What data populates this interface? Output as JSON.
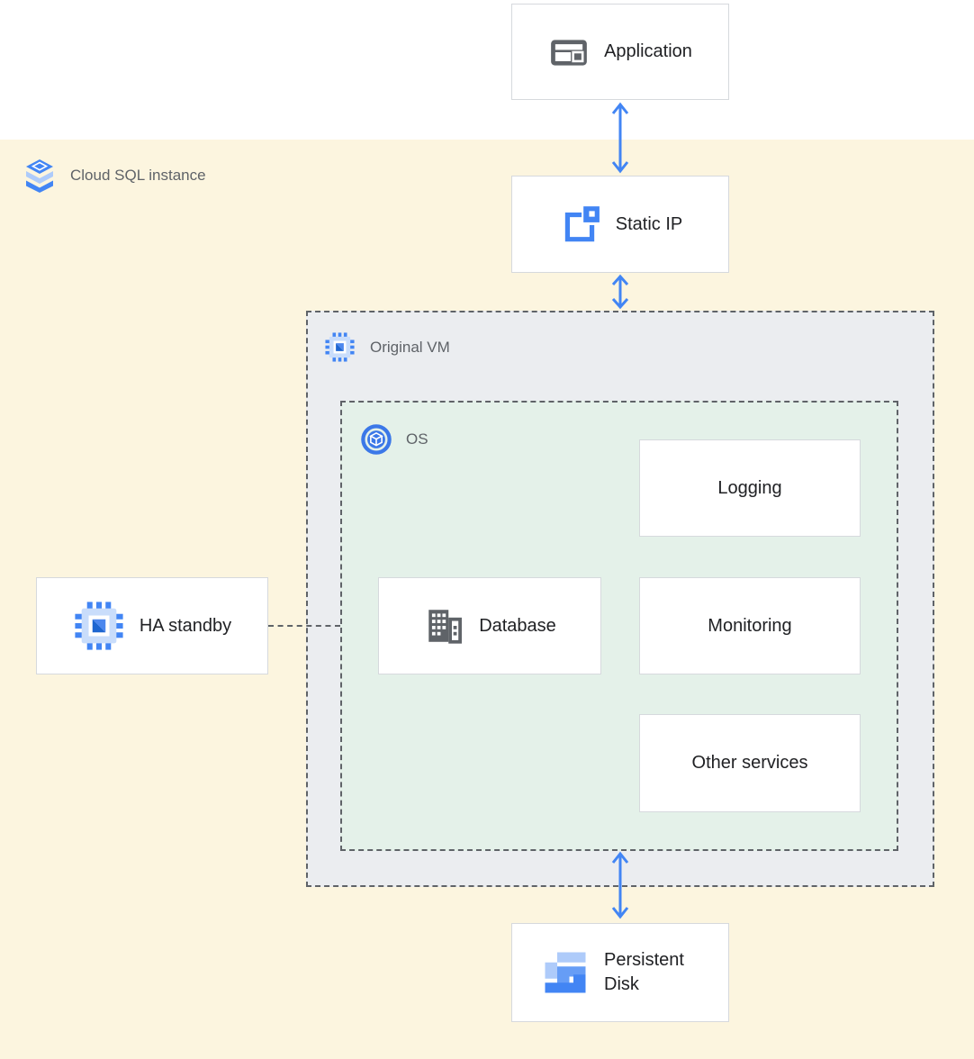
{
  "diagram": {
    "regions": {
      "cloud_sql": {
        "label": "Cloud SQL instance",
        "icon": "cloud-sql-icon",
        "fill": "#FCF5DF"
      },
      "original_vm": {
        "label": "Original VM",
        "icon": "compute-engine-icon",
        "fill": "#EBEDF0"
      },
      "os": {
        "label": "OS",
        "icon": "os-icon",
        "fill": "#E4F1E9"
      }
    },
    "nodes": {
      "application": {
        "label": "Application",
        "icon": "application-icon"
      },
      "static_ip": {
        "label": "Static IP",
        "icon": "static-ip-icon"
      },
      "ha_standby": {
        "label": "HA standby",
        "icon": "compute-engine-icon"
      },
      "database": {
        "label": "Database",
        "icon": "database-icon"
      },
      "logging": {
        "label": "Logging"
      },
      "monitoring": {
        "label": "Monitoring"
      },
      "other_services": {
        "label": "Other services"
      },
      "persistent_disk": {
        "label": "Persistent Disk",
        "icon": "persistent-disk-icon"
      }
    },
    "connections": [
      {
        "from": "application",
        "to": "static_ip",
        "style": "double-arrow"
      },
      {
        "from": "static_ip",
        "to": "original_vm",
        "style": "double-arrow"
      },
      {
        "from": "os",
        "to": "persistent_disk",
        "style": "double-arrow"
      },
      {
        "from": "ha_standby",
        "to": "os",
        "style": "dashed-line"
      }
    ],
    "colors": {
      "arrow": "#4285F4",
      "dashed_border": "#5F6368",
      "node_border": "#D6D9DD",
      "region_label_text": "#5F6368",
      "node_text": "#202124",
      "background_band": "#FCF5DF"
    }
  }
}
